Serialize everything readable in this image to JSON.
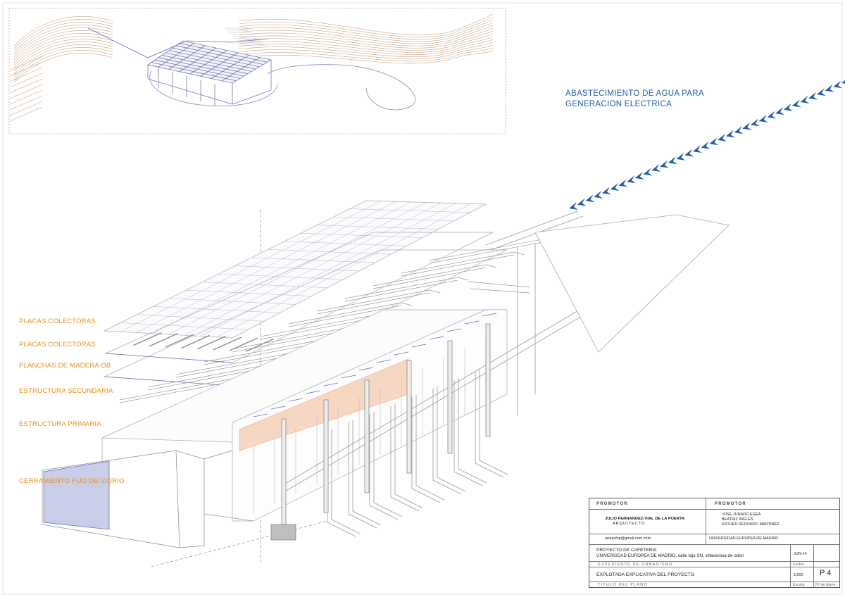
{
  "labels": {
    "water_supply_line1": "ABASTECIMIENTO DE AGUA PARA",
    "water_supply_line2": "GENERACION ELECTRICA",
    "layers": [
      "PLACAS COLECTORAS",
      "PLACAS COLECTORAS",
      "PLANCHAS DE MADERA OB",
      "ESTRUCTURA SECUNDARIA",
      "ESTRUCTURA PRIMARIA",
      "CERRAMIENTO FIJO DE VIDRIO"
    ]
  },
  "title_block": {
    "promotor_heading_1": "PROMOTOR",
    "promotor_heading_2": "PROMOTOR",
    "architect_name": "JULIO FERNANDEZ-VIAL DE LA PUERTA",
    "architect_role": "ARQUITECTO",
    "authors": [
      "JOSE JURADO EGEA",
      "BEATRIZ INGLES",
      "ESTHER REDONDO MARTINEZ"
    ],
    "email": "arquiofvp@gmail.com.com",
    "institution": "UNIVERSIDAD EUROPEA DE MADRID",
    "project_title": "PROYECTO DE CAFETERIA",
    "project_location": "UNIVERSIDAD EUROPEA DE MADRID, calle tajo SN, villaviciosa de odon",
    "date": "JUN-14",
    "date_label": "Fecha",
    "expediente_label": "EXPEDIENTE DE URBANISMO",
    "plan_title": "EXPLOTADA EXPLICATIVA DEL PROYECTO",
    "scale": "1/200",
    "scale_label": "Escala",
    "plan_number": "P 4",
    "plan_number_label": "Nº de plano",
    "plan_title_label": "TITULO DEL PLANO"
  },
  "colors": {
    "label_orange": "#e8901e",
    "water_blue": "#1f5fa8",
    "line_gray": "#9a9a9a",
    "line_violet": "#6a6ad0",
    "terrain_brown": "#caa58a",
    "glass_fill": "#c9cde8",
    "wood_fill": "#f6d8c2"
  }
}
